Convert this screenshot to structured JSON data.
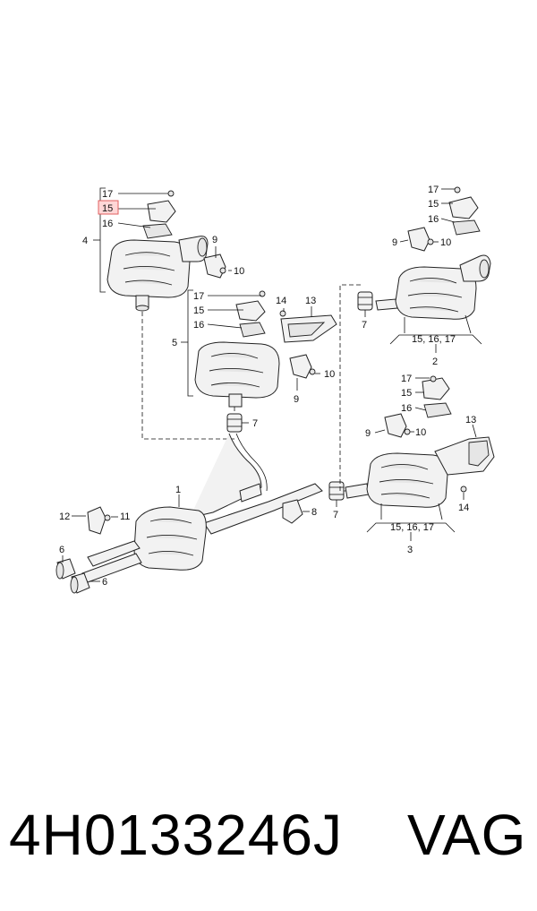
{
  "callouts": {
    "c1": "1",
    "c2": "2",
    "c3": "3",
    "c4": "4",
    "c5": "5",
    "c6a": "6",
    "c6b": "6",
    "c7a": "7",
    "c7b": "7",
    "c7c": "7",
    "c8": "8",
    "c9a": "9",
    "c9b": "9",
    "c9c": "9",
    "c9d": "9",
    "c10a": "10",
    "c10b": "10",
    "c10c": "10",
    "c10d": "10",
    "c11": "11",
    "c12": "12",
    "c13a": "13",
    "c13b": "13",
    "c14a": "14",
    "c14b": "14",
    "c15a": "15",
    "c15b": "15",
    "c15c": "15",
    "c15d": "15",
    "c16a": "16",
    "c16b": "16",
    "c16c": "16",
    "c16d": "16",
    "c17a": "17",
    "c17b": "17",
    "c17c": "17",
    "c17d": "17",
    "group2": "15, 16, 17",
    "group3": "15, 16, 17"
  },
  "highlight_color": "#e06060",
  "footer": {
    "part_number": "4H0133246J",
    "brand": "VAG"
  }
}
